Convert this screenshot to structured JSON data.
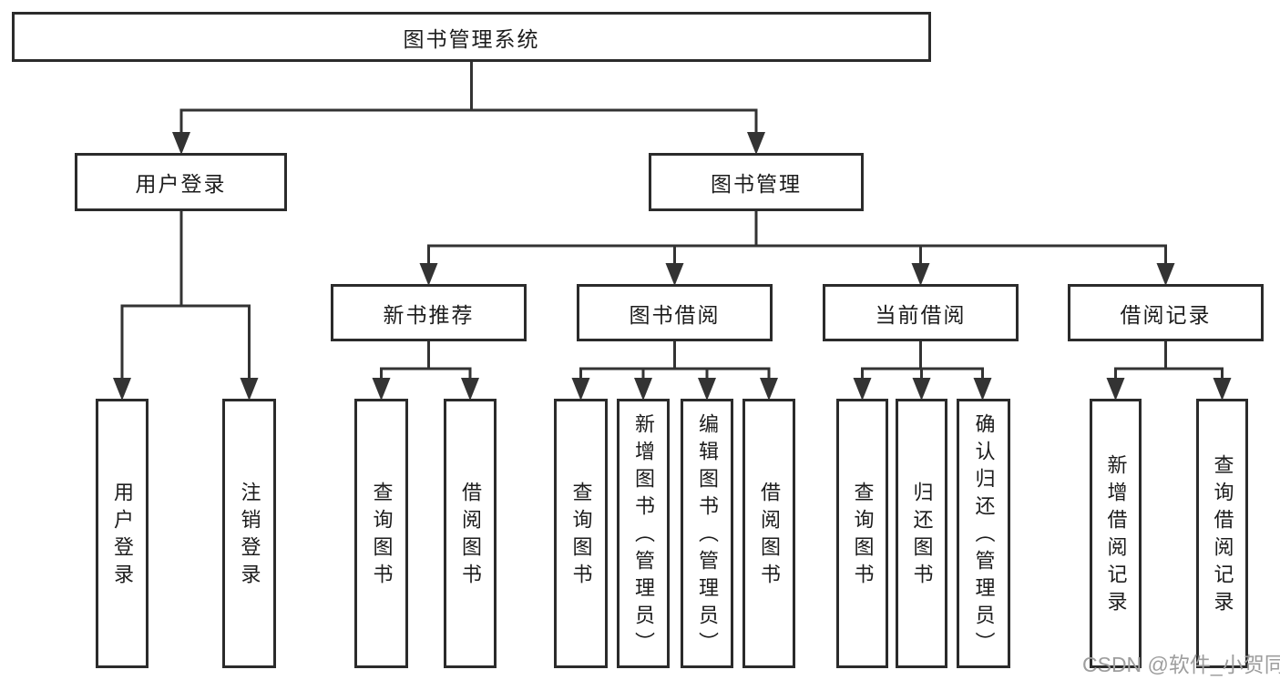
{
  "diagram": {
    "root": {
      "label": "图书管理系统"
    },
    "branches": [
      {
        "label": "用户登录",
        "children": [
          {
            "label": "用户登录"
          },
          {
            "label": "注销登录"
          }
        ]
      },
      {
        "label": "图书管理",
        "children": [
          {
            "label": "新书推荐",
            "children": [
              {
                "label": "查询图书"
              },
              {
                "label": "借阅图书"
              }
            ]
          },
          {
            "label": "图书借阅",
            "children": [
              {
                "label": "查询图书"
              },
              {
                "label": "新增图书（管理员）"
              },
              {
                "label": "编辑图书（管理员）"
              },
              {
                "label": "借阅图书"
              }
            ]
          },
          {
            "label": "当前借阅",
            "children": [
              {
                "label": "查询图书"
              },
              {
                "label": "归还图书"
              },
              {
                "label": "确认归还（管理员）"
              }
            ]
          },
          {
            "label": "借阅记录",
            "children": [
              {
                "label": "新增借阅记录"
              },
              {
                "label": "查询借阅记录"
              }
            ]
          }
        ]
      }
    ],
    "watermark": "CSDN @软件_小贺同学"
  },
  "colors": {
    "line": "#333333",
    "box_border": "#2b2b2b",
    "text": "#1c1c1c",
    "watermark": "#9e9e9e",
    "background": "#ffffff"
  }
}
